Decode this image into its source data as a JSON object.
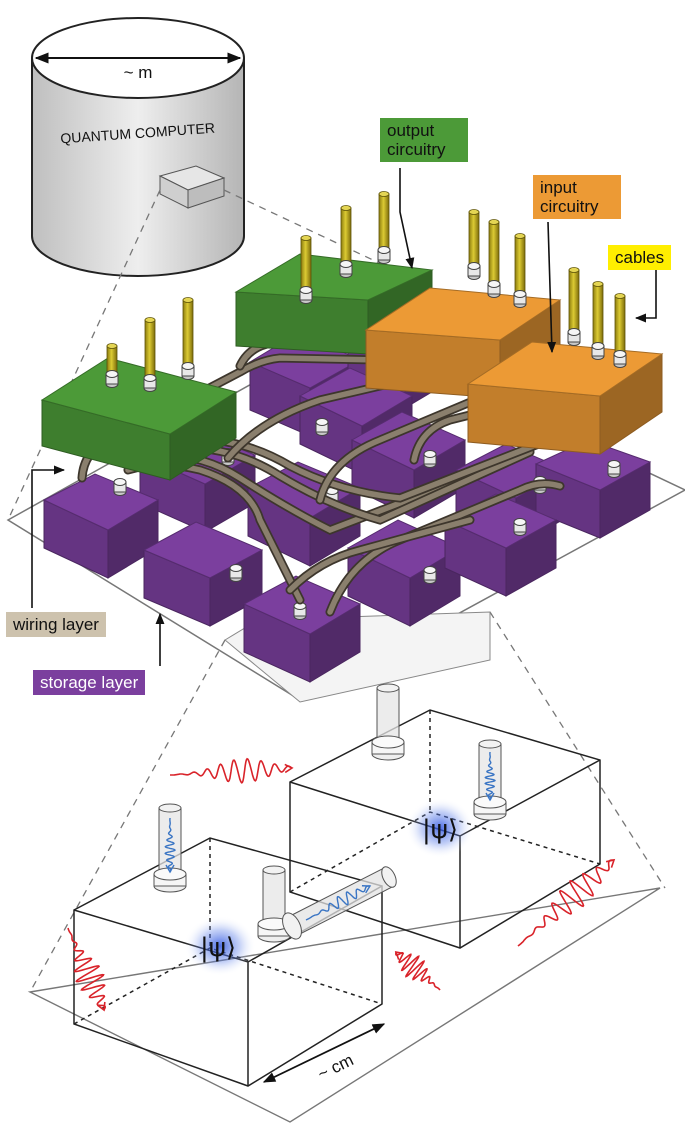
{
  "labels": {
    "diameter": "~ m",
    "quantum_computer": "QUANTUM COMPUTER",
    "output_circuitry": "output circuitry",
    "input_circuitry": "input circuitry",
    "cables": "cables",
    "wiring_layer": "wiring layer",
    "storage_layer": "storage layer",
    "size_cm": "~ cm",
    "psi_1": "|ψ⟩",
    "psi_2": "|ψ⟩"
  },
  "colors": {
    "output_green": "#4c9a38",
    "input_orange": "#ec9a35",
    "storage_purple": "#7b3f9e",
    "wiring_beige": "#cdc2ad",
    "cables_yellow": "#ffee00",
    "cable_gold": "#b7a315",
    "wave_red": "#d9232a",
    "wave_blue": "#3a75c4",
    "psi_glow": "#3b5fd6"
  }
}
